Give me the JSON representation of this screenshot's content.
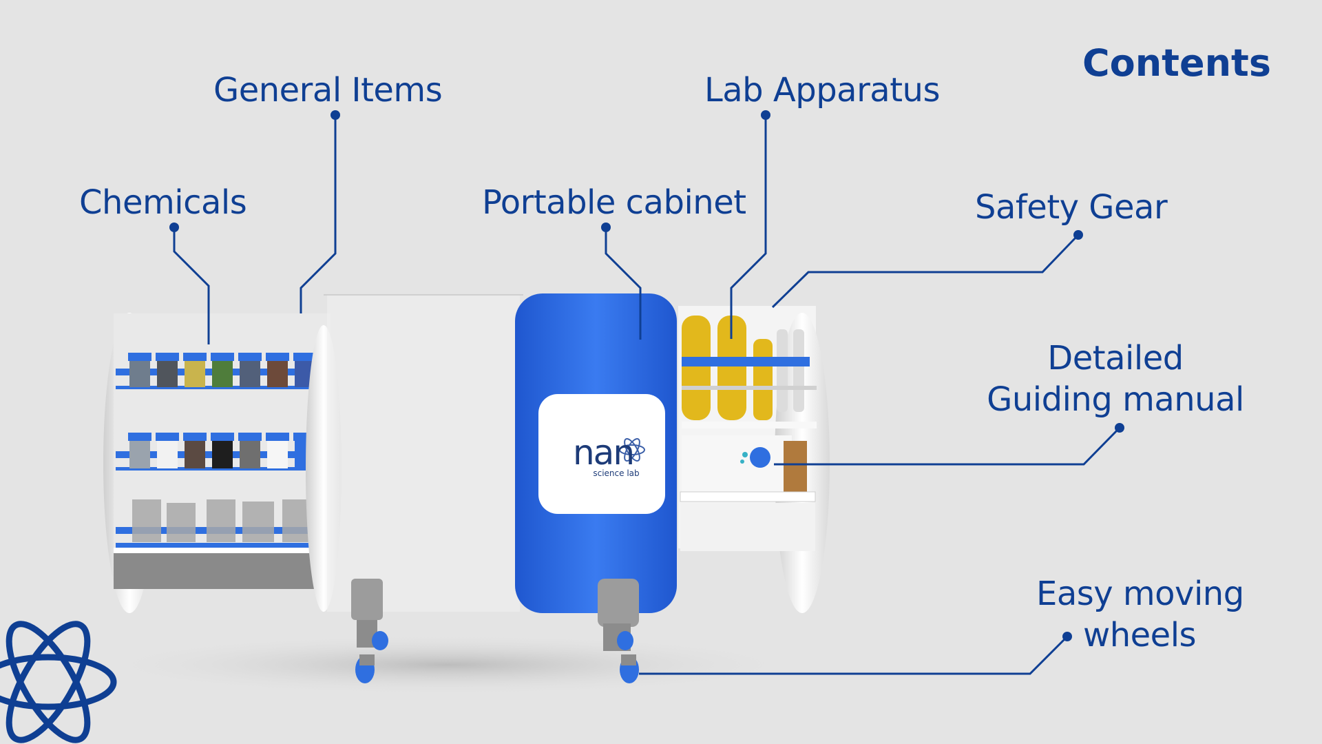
{
  "title": "Contents",
  "labels": {
    "chemicals": "Chemicals",
    "general_items": "General Items",
    "portable_cabinet": "Portable cabinet",
    "lab_apparatus": "Lab Apparatus",
    "safety_gear": "Safety Gear",
    "manual_line1": "Detailed",
    "manual_line2": "Guiding manual",
    "wheels_line1": "Easy moving",
    "wheels_line2": "wheels"
  },
  "brand": {
    "name": "nan",
    "subtitle": "science lab"
  },
  "colors": {
    "background": "#e4e4e4",
    "text": "#0f3f93",
    "cabinet_blue": "#2f6fe0",
    "line": "#0f3f93"
  }
}
